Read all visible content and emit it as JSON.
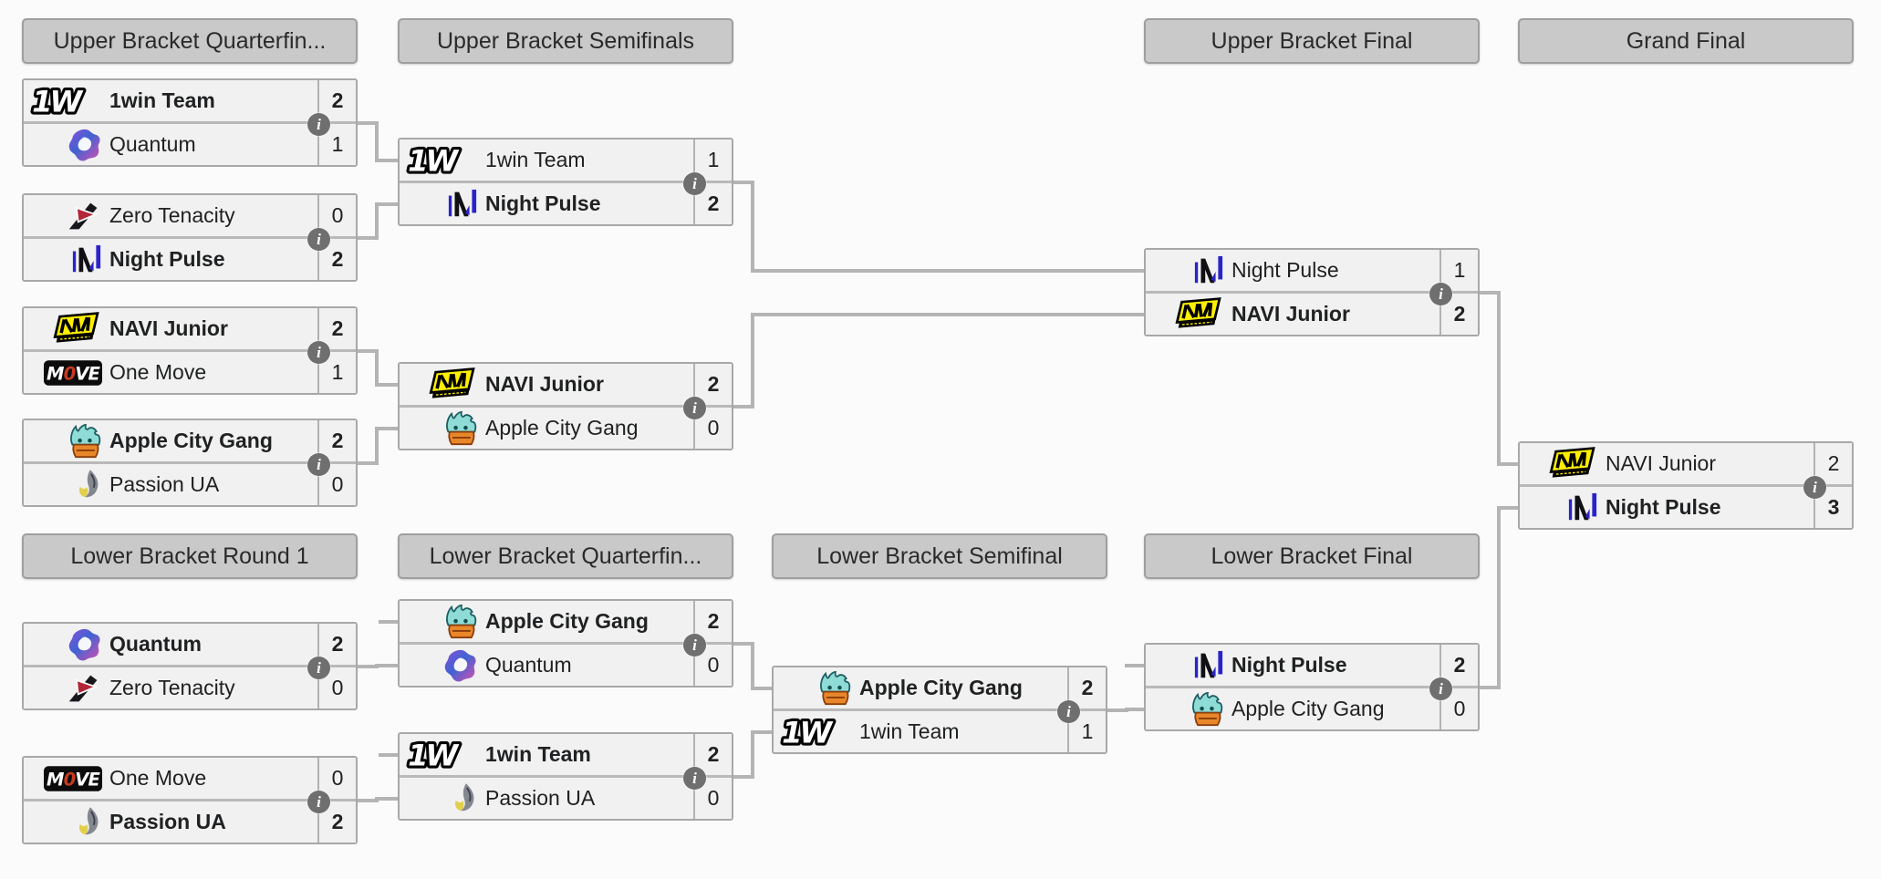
{
  "page": {
    "background_color": "#fbfbfb"
  },
  "colors": {
    "header_bg": "#c9c9c9",
    "header_border": "#9f9f9f",
    "match_row_bg": "#f1f1f1",
    "match_border": "#a8a8a8",
    "row_divider": "#b9b9b9",
    "connector_line": "#b4b4b4",
    "info_badge_bg": "#6f6f6f",
    "text": "#202122"
  },
  "info_icon_glyph": "i",
  "headers": [
    {
      "id": "ub-quarterfinals",
      "label": "Upper Bracket Quarterfin..."
    },
    {
      "id": "ub-semifinals",
      "label": "Upper Bracket Semifinals"
    },
    {
      "id": "ub-final",
      "label": "Upper Bracket Final"
    },
    {
      "id": "grand-final",
      "label": "Grand Final"
    },
    {
      "id": "lb-round-1",
      "label": "Lower Bracket Round 1"
    },
    {
      "id": "lb-quarterfinals",
      "label": "Lower Bracket Quarterfin..."
    },
    {
      "id": "lb-semifinal",
      "label": "Lower Bracket Semifinal"
    },
    {
      "id": "lb-final",
      "label": "Lower Bracket Final"
    }
  ],
  "matches": [
    {
      "id": "ubqf1",
      "teams": [
        {
          "name": "1win Team",
          "logo": "1win",
          "score": "2",
          "winner": true
        },
        {
          "name": "Quantum",
          "logo": "quantum",
          "score": "1",
          "winner": false
        }
      ]
    },
    {
      "id": "ubqf2",
      "teams": [
        {
          "name": "Zero Tenacity",
          "logo": "zero-tenacity",
          "score": "0",
          "winner": false
        },
        {
          "name": "Night Pulse",
          "logo": "night-pulse",
          "score": "2",
          "winner": true
        }
      ]
    },
    {
      "id": "ubqf3",
      "teams": [
        {
          "name": "NAVI Junior",
          "logo": "navi-junior",
          "score": "2",
          "winner": true
        },
        {
          "name": "One Move",
          "logo": "one-move",
          "score": "1",
          "winner": false
        }
      ]
    },
    {
      "id": "ubqf4",
      "teams": [
        {
          "name": "Apple City Gang",
          "logo": "apple-city-gang",
          "score": "2",
          "winner": true
        },
        {
          "name": "Passion UA",
          "logo": "passion-ua",
          "score": "0",
          "winner": false
        }
      ]
    },
    {
      "id": "ubsf1",
      "teams": [
        {
          "name": "1win Team",
          "logo": "1win",
          "score": "1",
          "winner": false
        },
        {
          "name": "Night Pulse",
          "logo": "night-pulse",
          "score": "2",
          "winner": true
        }
      ]
    },
    {
      "id": "ubsf2",
      "teams": [
        {
          "name": "NAVI Junior",
          "logo": "navi-junior",
          "score": "2",
          "winner": true
        },
        {
          "name": "Apple City Gang",
          "logo": "apple-city-gang",
          "score": "0",
          "winner": false
        }
      ]
    },
    {
      "id": "ubf",
      "teams": [
        {
          "name": "Night Pulse",
          "logo": "night-pulse",
          "score": "1",
          "winner": false
        },
        {
          "name": "NAVI Junior",
          "logo": "navi-junior",
          "score": "2",
          "winner": true
        }
      ]
    },
    {
      "id": "gf",
      "teams": [
        {
          "name": "NAVI Junior",
          "logo": "navi-junior",
          "score": "2",
          "winner": false
        },
        {
          "name": "Night Pulse",
          "logo": "night-pulse",
          "score": "3",
          "winner": true
        }
      ]
    },
    {
      "id": "lbr1a",
      "teams": [
        {
          "name": "Quantum",
          "logo": "quantum",
          "score": "2",
          "winner": true
        },
        {
          "name": "Zero Tenacity",
          "logo": "zero-tenacity",
          "score": "0",
          "winner": false
        }
      ]
    },
    {
      "id": "lbr1b",
      "teams": [
        {
          "name": "One Move",
          "logo": "one-move",
          "score": "0",
          "winner": false
        },
        {
          "name": "Passion UA",
          "logo": "passion-ua",
          "score": "2",
          "winner": true
        }
      ]
    },
    {
      "id": "lbqf1",
      "teams": [
        {
          "name": "Apple City Gang",
          "logo": "apple-city-gang",
          "score": "2",
          "winner": true
        },
        {
          "name": "Quantum",
          "logo": "quantum",
          "score": "0",
          "winner": false
        }
      ]
    },
    {
      "id": "lbqf2",
      "teams": [
        {
          "name": "1win Team",
          "logo": "1win",
          "score": "2",
          "winner": true
        },
        {
          "name": "Passion UA",
          "logo": "passion-ua",
          "score": "0",
          "winner": false
        }
      ]
    },
    {
      "id": "lbsf",
      "teams": [
        {
          "name": "Apple City Gang",
          "logo": "apple-city-gang",
          "score": "2",
          "winner": true
        },
        {
          "name": "1win Team",
          "logo": "1win",
          "score": "1",
          "winner": false
        }
      ]
    },
    {
      "id": "lbf",
      "teams": [
        {
          "name": "Night Pulse",
          "logo": "night-pulse",
          "score": "2",
          "winner": true
        },
        {
          "name": "Apple City Gang",
          "logo": "apple-city-gang",
          "score": "0",
          "winner": false
        }
      ]
    }
  ]
}
